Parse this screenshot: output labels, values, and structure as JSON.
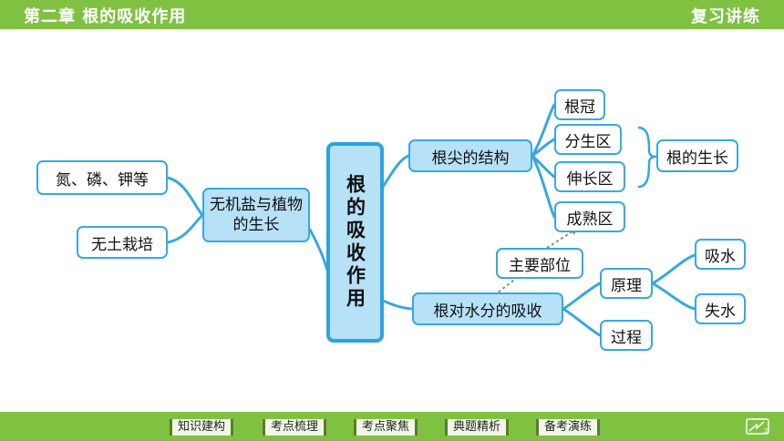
{
  "header": {
    "chapter": "第二章 根的吸收作用",
    "section": "复习讲练"
  },
  "center": {
    "label": "根的吸收作用"
  },
  "left": {
    "branch": "无机盐与植物的生长",
    "items": [
      "氮、磷、钾等",
      "无土栽培"
    ]
  },
  "upper": {
    "branch": "根尖的结构",
    "items": [
      "根冠",
      "分生区",
      "伸长区",
      "成熟区"
    ],
    "bracket_label": "根的生长"
  },
  "lower": {
    "branch": "根对水分的吸收",
    "main_site": "主要部位",
    "principle": "原理",
    "principle_items": [
      "吸水",
      "失水"
    ],
    "process": "过程"
  },
  "nav": {
    "tabs": [
      "知识建构",
      "考点梳理",
      "考点聚焦",
      "典题精析",
      "备考演练"
    ]
  },
  "page": {
    "number": "2"
  },
  "colors": {
    "bar": "#7fc241",
    "node_border": "#3aa7dc",
    "node_fill": "#b6e1f7"
  }
}
